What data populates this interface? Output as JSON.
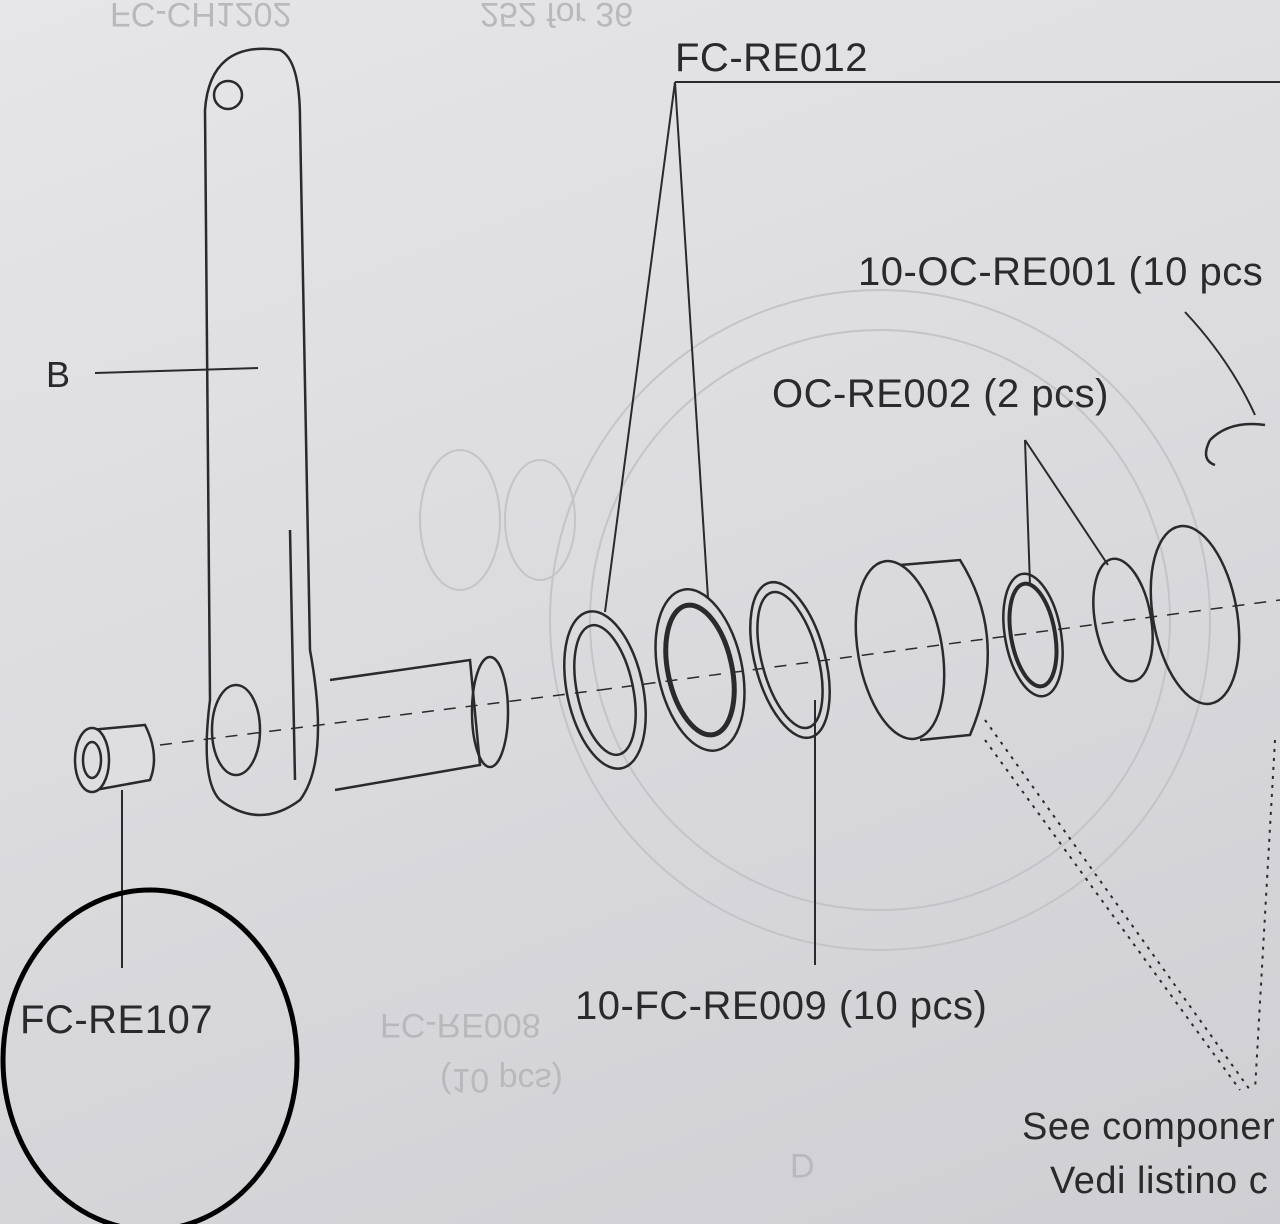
{
  "labels": {
    "fc_re012": "FC-RE012",
    "oc_re001": "10-OC-RE001 (10 pcs",
    "b": "B",
    "oc_re002": "OC-RE002 (2 pcs)",
    "fc_re107": "FC-RE107",
    "fc_re009": "10-FC-RE009 (10 pcs)",
    "see_components": "See componer",
    "vedi_listino": "Vedi listino c"
  },
  "bleed_through": {
    "top_left": "FC-CH1202",
    "top_mid": "252 for 36",
    "bottom_mid": "FC-RE008",
    "bottom_mid2": "(10 pcs)",
    "bottom_letter": "D"
  },
  "colors": {
    "ink": "#2a2a2c",
    "circle": "#000000"
  }
}
